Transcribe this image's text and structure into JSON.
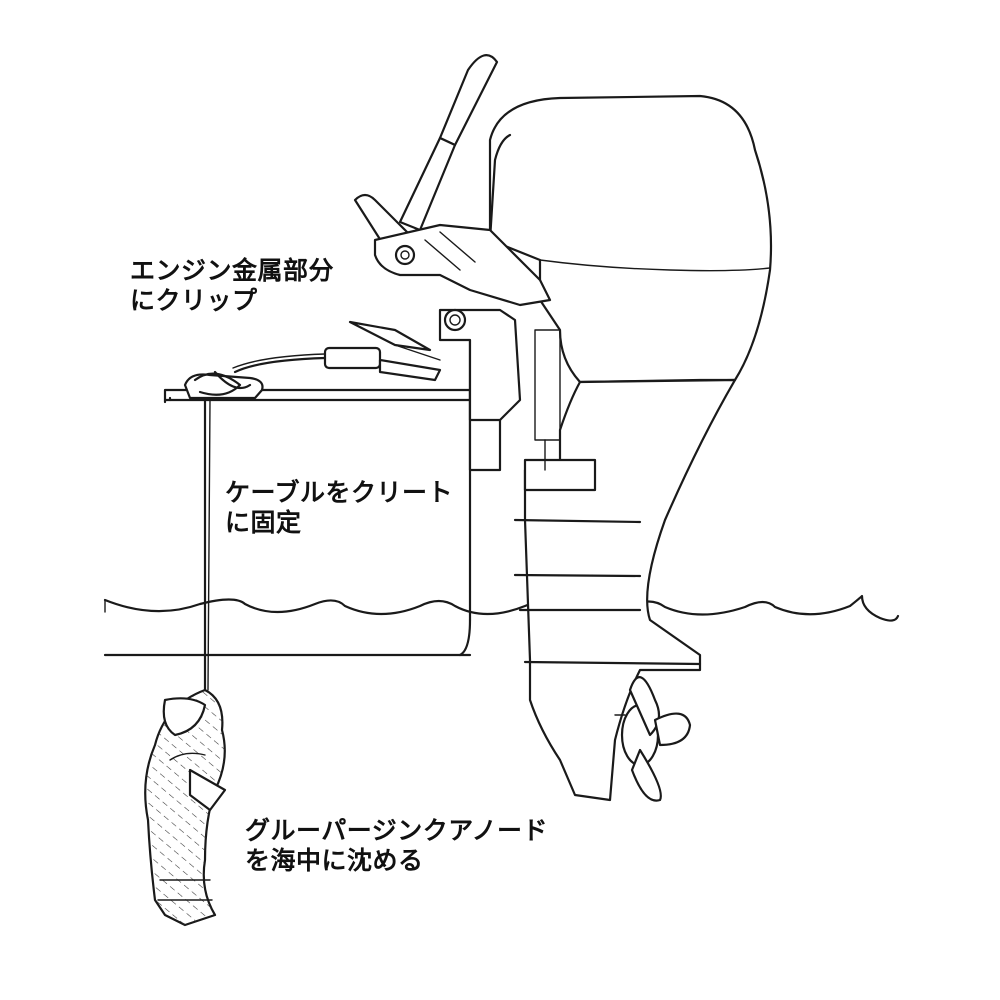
{
  "labels": {
    "clip": {
      "line1": "エンジン金属部分",
      "line2": "にクリップ"
    },
    "cleat": {
      "line1": "ケーブルをクリート",
      "line2": "に固定"
    },
    "anode": {
      "line1": "グルーパージンクアノード",
      "line2": "を海中に沈める"
    }
  }
}
